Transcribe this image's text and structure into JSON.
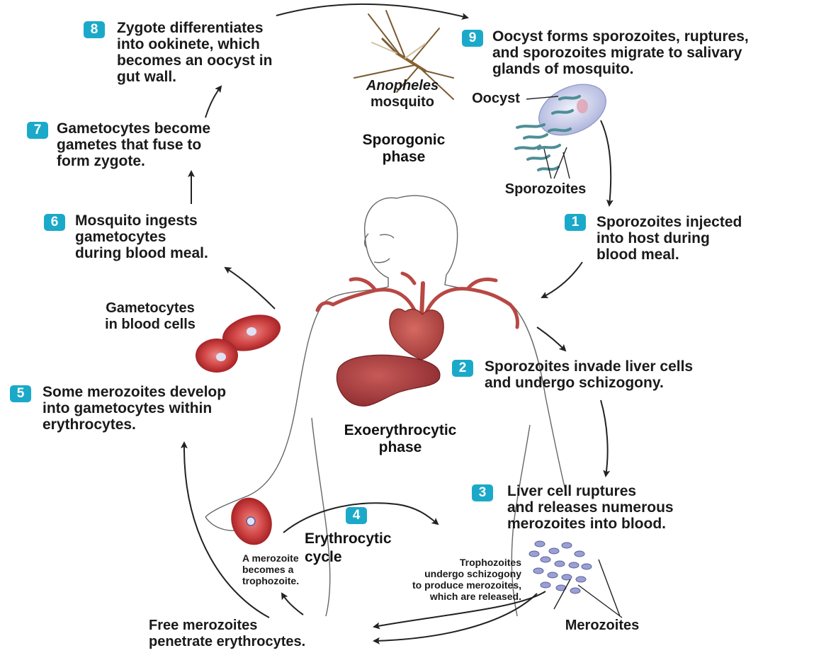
{
  "steps": [
    {
      "num": "1",
      "text": "Sporozoites injected\ninto host during\nblood meal."
    },
    {
      "num": "2",
      "text": "Sporozoites invade liver cells\nand undergo schizogony."
    },
    {
      "num": "3",
      "text": "Liver cell ruptures\nand releases numerous\nmerozoites into blood."
    },
    {
      "num": "4",
      "text": ""
    },
    {
      "num": "5",
      "text": "Some merozoites develop\ninto gametocytes within\nerythrocytes."
    },
    {
      "num": "6",
      "text": "Mosquito ingests\ngametocytes\nduring blood meal."
    },
    {
      "num": "7",
      "text": "Gametocytes become\ngametes that fuse to\nform zygote."
    },
    {
      "num": "8",
      "text": "Zygote differentiates\ninto ookinete, which\nbecomes an oocyst in\ngut wall."
    },
    {
      "num": "9",
      "text": "Oocyst forms sporozoites, ruptures,\nand sporozoites migrate to salivary\nglands of mosquito."
    }
  ],
  "labels": {
    "anopheles": "Anopheles",
    "mosquito": "mosquito",
    "oocyst": "Oocyst",
    "sporozoites": "Sporozoites",
    "gametocytes_in_blood": "Gametocytes\nin blood cells",
    "merozoites": "Merozoites",
    "free_merozoites": "Free merozoites\npenetrate erythrocytes.",
    "merozoite_becomes": "A merozoite\nbecomes a\ntrophozoite.",
    "trophozoites": "Trophozoites\nundergo schizogony\nto produce merozoites,\nwhich are released."
  },
  "phases": {
    "sporogonic": "Sporogonic\nphase",
    "exoerythrocytic": "Exoerythrocytic\nphase",
    "erythrocytic": "Erythrocytic\ncycle"
  },
  "colors": {
    "badge": "#1ba9c9",
    "rbc": "#c8373a",
    "liver": "#a8393d",
    "heart": "#b84844",
    "body_outline": "#555555",
    "oocyst": "#b9bfe0",
    "sporozoite": "#4e8e96"
  }
}
